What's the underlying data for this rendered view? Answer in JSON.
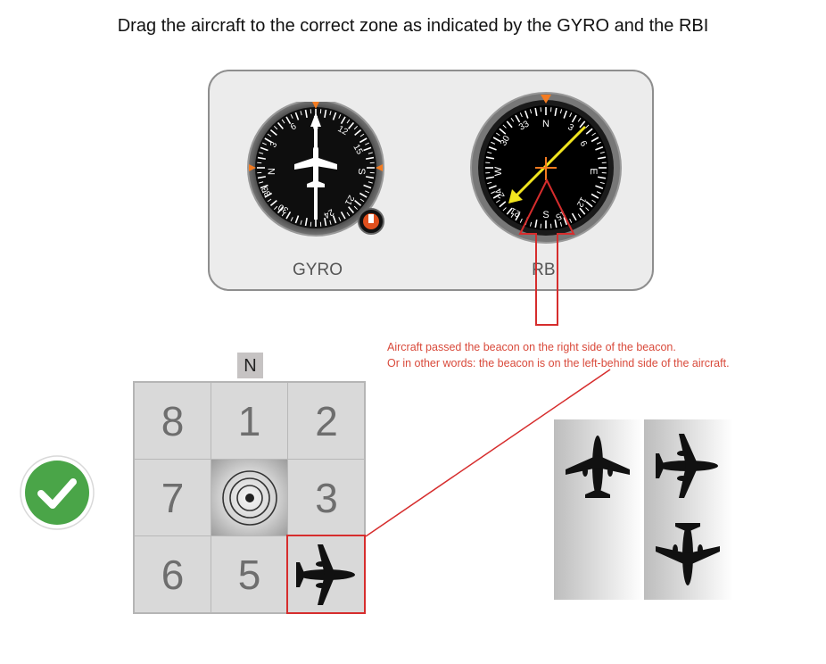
{
  "instruction": "Drag the aircraft to the correct zone as indicated by the GYRO and the RBI",
  "instruments": {
    "gyro_label": "GYRO",
    "rbi_label": "RBI"
  },
  "note": {
    "line1": "Aircraft passed the beacon on the right side of the beacon.",
    "line2": "Or in other words: the beacon is on the left-behind side of the aircraft."
  },
  "north_label": "N",
  "zones": [
    "8",
    "1",
    "2",
    "7",
    "",
    "3",
    "6",
    "5",
    ""
  ],
  "status": "correct",
  "colors": {
    "note_red": "#d94a3b",
    "highlight_red": "#d62d2d",
    "check_green": "#4aa548",
    "needle_yellow": "#f2e51f",
    "index_orange": "#f47b20"
  },
  "icons": {
    "check": "checkmark-circle-icon",
    "beacon": "beacon-icon",
    "plane": "airplane-icon"
  }
}
